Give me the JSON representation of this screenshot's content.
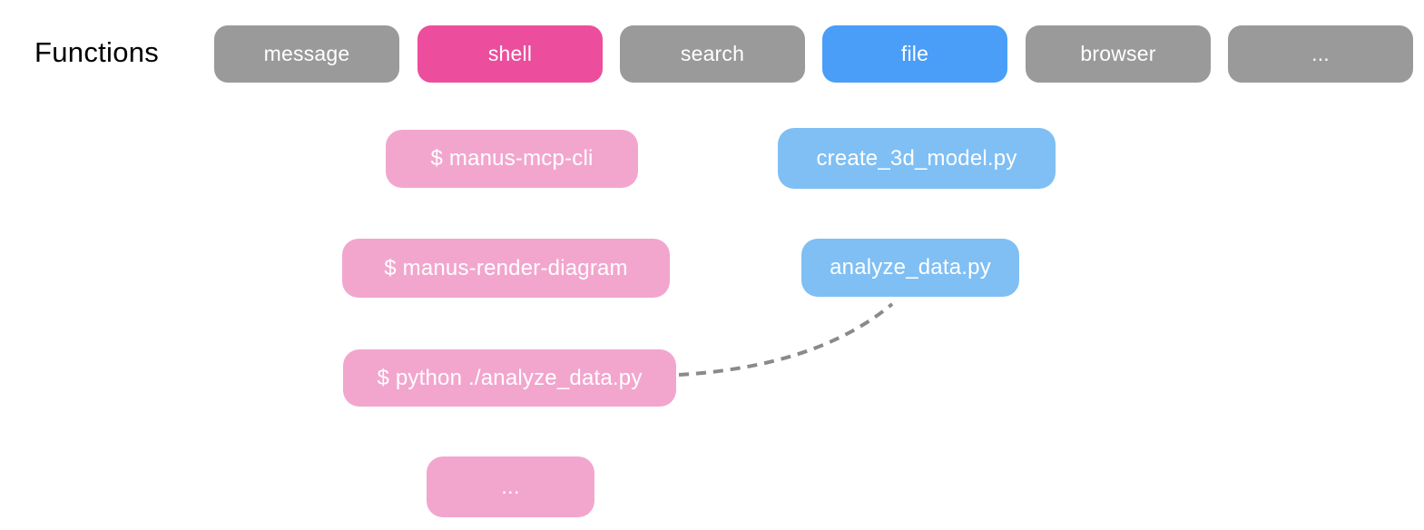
{
  "title": "Functions",
  "colors": {
    "gray": "#9a9a9a",
    "shell_accent": "#ed4d9d",
    "file_accent": "#4a9ef7",
    "shell_light": "#f2a6ce",
    "file_light": "#7fbff4",
    "connector": "#8a8a8a",
    "text_on_pill": "#ffffff",
    "label_text": "#000000"
  },
  "functions": [
    {
      "label": "message",
      "color": "#9a9a9a"
    },
    {
      "label": "shell",
      "color": "#ed4d9d"
    },
    {
      "label": "search",
      "color": "#9a9a9a"
    },
    {
      "label": "file",
      "color": "#4a9ef7"
    },
    {
      "label": "browser",
      "color": "#9a9a9a"
    },
    {
      "label": "...",
      "color": "#9a9a9a"
    }
  ],
  "shell_commands": [
    {
      "label": "$ manus-mcp-cli",
      "color": "#f2a6ce"
    },
    {
      "label": "$ manus-render-diagram",
      "color": "#f2a6ce"
    },
    {
      "label": "$ python ./analyze_data.py",
      "color": "#f2a6ce"
    },
    {
      "label": "...",
      "color": "#f2a6ce"
    }
  ],
  "file_artifacts": [
    {
      "label": "create_3d_model.py",
      "color": "#7fbff4"
    },
    {
      "label": "analyze_data.py",
      "color": "#7fbff4"
    }
  ],
  "connector": {
    "from": "$ python ./analyze_data.py",
    "to": "analyze_data.py",
    "style": "dashed",
    "color": "#8a8a8a"
  }
}
